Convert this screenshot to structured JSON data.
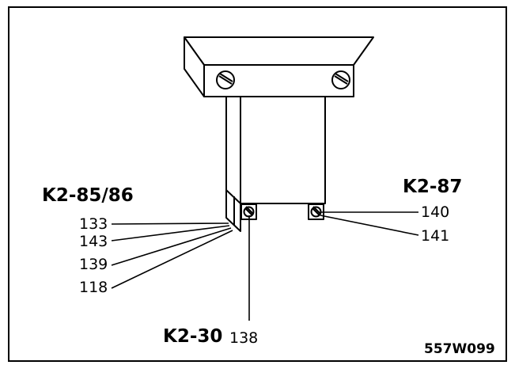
{
  "labels": {
    "left_connector": "K2-85/86",
    "right_connector": "K2-87",
    "bottom_connector": "K2-30",
    "bottom_wire": "138",
    "drawing_code": "557W099"
  },
  "left_wires": [
    "133",
    "143",
    "139",
    "118"
  ],
  "right_wires": [
    "140",
    "141"
  ]
}
